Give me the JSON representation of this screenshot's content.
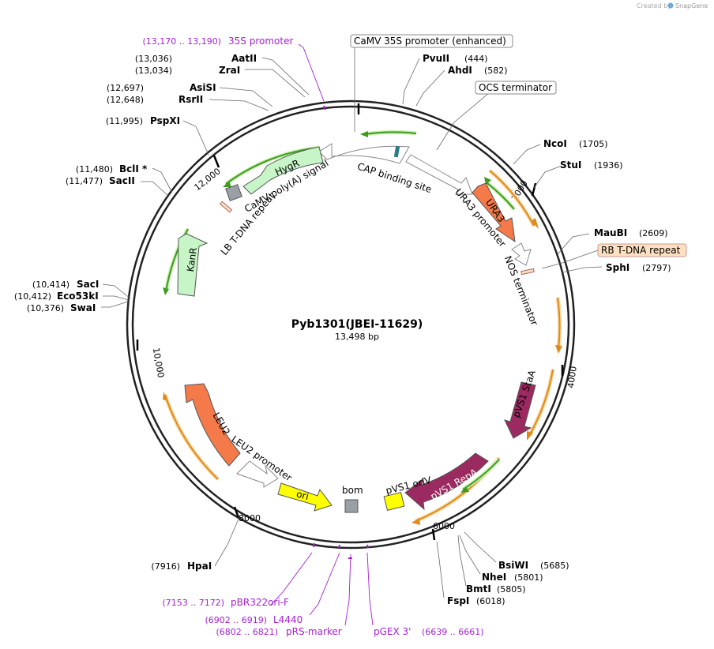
{
  "brand": {
    "prefix": "Created by",
    "name": "SnapGene"
  },
  "plasmid": {
    "name": "Pyb1301(JBEI-11629)",
    "size": "13,498 bp"
  },
  "ticks": [
    "2000",
    "4000",
    "6000",
    "8000",
    "10,000",
    "12,000"
  ],
  "sites": [
    {
      "name": "AatII",
      "pos": "(13,036)"
    },
    {
      "name": "ZraI",
      "pos": "(13,034)"
    },
    {
      "name": "AsiSI",
      "pos": "(12,697)"
    },
    {
      "name": "RsrII",
      "pos": "(12,648)"
    },
    {
      "name": "PspXI",
      "pos": "(11,995)"
    },
    {
      "name": "BclI *",
      "pos": "(11,480)"
    },
    {
      "name": "SacII",
      "pos": "(11,477)"
    },
    {
      "name": "SacI",
      "pos": "(10,414)"
    },
    {
      "name": "Eco53kI",
      "pos": "(10,412)"
    },
    {
      "name": "SwaI",
      "pos": "(10,376)"
    },
    {
      "name": "PvuII",
      "pos": "(444)"
    },
    {
      "name": "AhdI",
      "pos": "(582)"
    },
    {
      "name": "NcoI",
      "pos": "(1705)"
    },
    {
      "name": "StuI",
      "pos": "(1936)"
    },
    {
      "name": "MauBI",
      "pos": "(2609)"
    },
    {
      "name": "SphI",
      "pos": "(2797)"
    },
    {
      "name": "BsiWI",
      "pos": "(5685)"
    },
    {
      "name": "NheI",
      "pos": "(5801)"
    },
    {
      "name": "BmtI",
      "pos": "(5805)"
    },
    {
      "name": "FspI",
      "pos": "(6018)"
    },
    {
      "name": "HpaI",
      "pos": "(7916)"
    }
  ],
  "primers": [
    {
      "name": "35S promoter",
      "pos": "(13,170 .. 13,190)"
    },
    {
      "name": "pBR322ori-F",
      "pos": "(7153 .. 7172)"
    },
    {
      "name": "L4440",
      "pos": "(6902 .. 6919)"
    },
    {
      "name": "pRS-marker",
      "pos": "(6802 .. 6821)"
    },
    {
      "name": "pGEX 3'",
      "pos": "(6639 .. 6661)"
    }
  ],
  "boxed": {
    "camv_enh": "CaMV 35S promoter (enhanced)",
    "ocs": "OCS terminator",
    "rb": "RB T-DNA repeat"
  },
  "features": {
    "hygr": "HygR",
    "kanr": "KanR",
    "ura3": "URA3",
    "leu2": "LEU2",
    "ori": "ori",
    "pvs1repa": "pVS1 RepA",
    "camv_polya": "CaMV poly(A) signal",
    "lb": "LB T-DNA repeat",
    "cap": "CAP binding site",
    "ura3prom": "URA3 promoter",
    "nos": "NOS terminator",
    "stab": "pVS1 StaA",
    "leu2prom": "LEU2 promoter",
    "bom": "bom",
    "pvs1ori": "pVS1 oriV"
  },
  "colors": {
    "green": "#3d9b1f",
    "orange": "#e08a1e",
    "hyg_fill": "#c7f5c7",
    "ura3_fill": "#f47a4a",
    "pvs1_fill": "#9b2a60",
    "ori_fill": "#ffff00",
    "primer": "#a31fd3"
  }
}
